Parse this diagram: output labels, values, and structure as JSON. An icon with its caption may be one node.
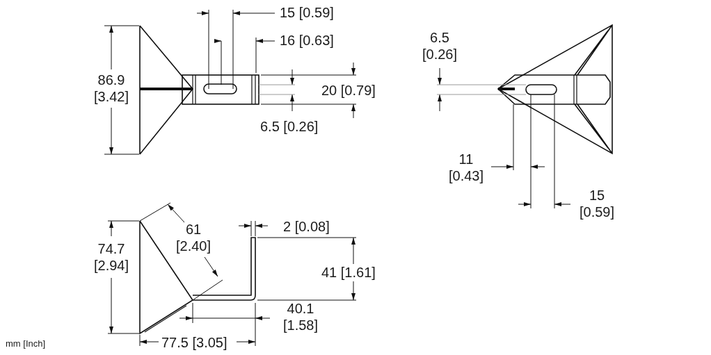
{
  "diagram": {
    "labels": [
      "15 [0.59]",
      "16 [0.63]",
      "86.9 [3.42]",
      "6.5 [0.26]",
      "20 [0.79]",
      "6.5 [0.26]",
      "11 [0.43]",
      "15 [0.59]",
      "61 [2.40]",
      "2 [0.08]",
      "74.7 [2.94]",
      "41 [1.61]",
      "40.1 [1.58]",
      "77.5 [3.05]",
      "mm [Inch]"
    ]
  }
}
